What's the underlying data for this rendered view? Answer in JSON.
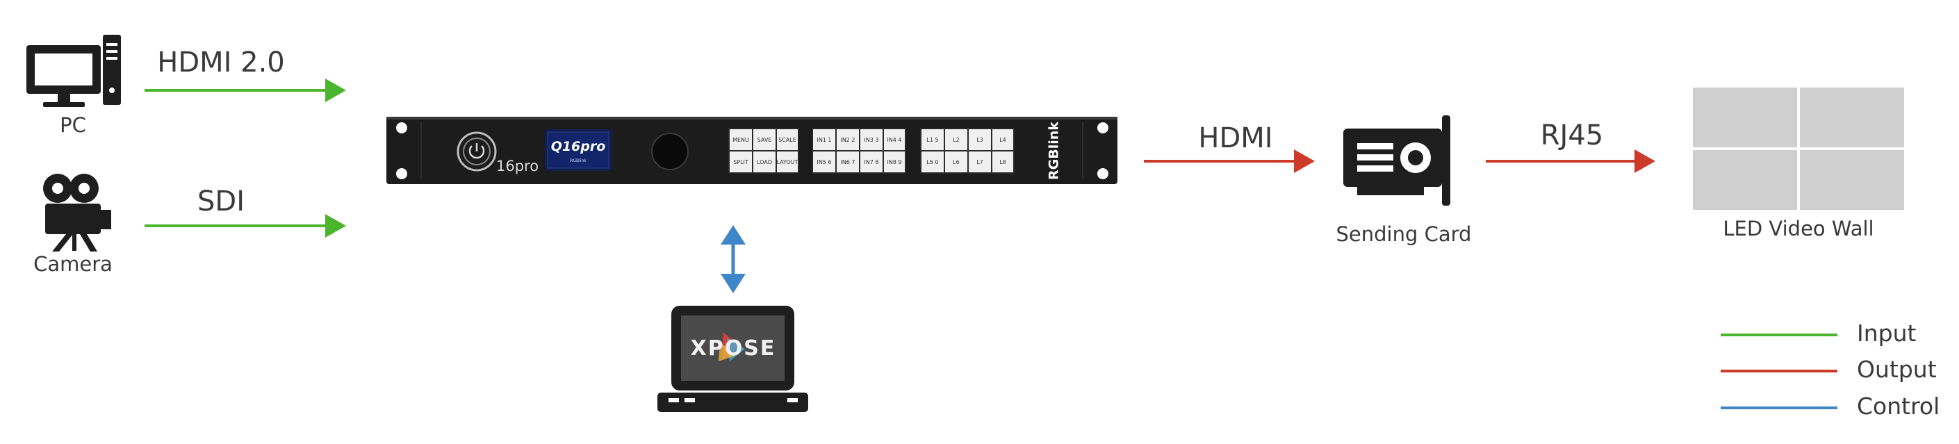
{
  "sources": {
    "pc": {
      "label": "PC",
      "connection": "HDMI 2.0"
    },
    "camera": {
      "label": "Camera",
      "connection": "SDI"
    }
  },
  "processor": {
    "model_display": "Q16pro",
    "brand_small": "RGBlink",
    "model_label": "16pro",
    "brand": "RGBlink",
    "function_buttons": [
      "MENU",
      "SAVE",
      "SCALE",
      "SPLIT",
      "LOAD",
      "LAYOUT"
    ],
    "input_buttons": [
      "IN1 1",
      "IN2 2",
      "IN3 3",
      "IN4 4",
      "IN5 6",
      "IN6 7",
      "IN7 8",
      "IN8 9"
    ],
    "layer_buttons": [
      "L1 5",
      "L2",
      "L3",
      "L4",
      "L5 0",
      "L6",
      "L7",
      "L8"
    ]
  },
  "output_link": {
    "connection": "HDMI"
  },
  "sending_card": {
    "label": "Sending Card",
    "connection": "RJ45"
  },
  "video_wall": {
    "label": "LED Video Wall"
  },
  "control": {
    "software_logo": "XPOSE"
  },
  "legend": {
    "items": [
      {
        "label": "Input",
        "color": "#4cb52e"
      },
      {
        "label": "Output",
        "color": "#cc3a2a"
      },
      {
        "label": "Control",
        "color": "#3f86c8"
      }
    ]
  },
  "colors": {
    "input": "#4cb52e",
    "output": "#cc3a2a",
    "control": "#3f86c8",
    "device": "#1c1c1c",
    "wall": "#cfcfcf"
  }
}
